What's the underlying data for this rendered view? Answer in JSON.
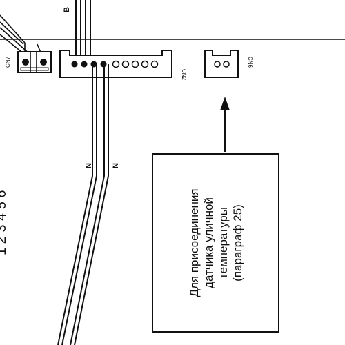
{
  "connectors": {
    "cn7": "CN7",
    "cn2": "CN2",
    "cn6": "CN6"
  },
  "wires": {
    "top_label": "B",
    "neutral_left": "N",
    "neutral_right": "N"
  },
  "edge_text": "1 2 3 4 5 6",
  "note": {
    "lines": [
      "Для присоединения",
      "датчика уличной",
      "температуры",
      "(параграф 25)"
    ]
  },
  "colors": {
    "ink": "#111111",
    "background": "#ffffff"
  }
}
